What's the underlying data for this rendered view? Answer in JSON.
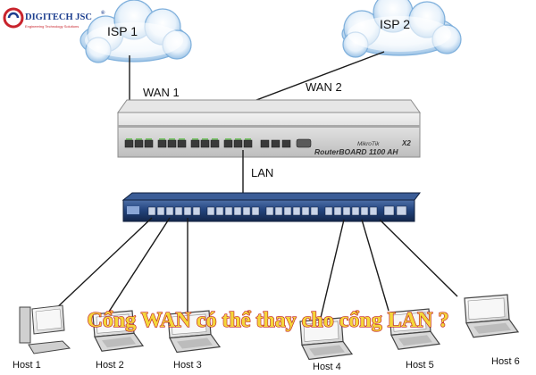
{
  "logo": {
    "brand": "DIGITECH JSC",
    "tagline": "Engineering Technology Solutions",
    "mark": "®"
  },
  "clouds": [
    {
      "label": "ISP 1"
    },
    {
      "label": "ISP 2"
    }
  ],
  "links": {
    "wan1": "WAN 1",
    "wan2": "WAN 2",
    "lan": "LAN"
  },
  "router": {
    "vendor": "MikroTik",
    "model_suffix": "X2",
    "model": "RouterBOARD 1100 AH"
  },
  "hosts": [
    {
      "label": "Host 1"
    },
    {
      "label": "Host 2"
    },
    {
      "label": "Host 3"
    },
    {
      "label": "Host 4"
    },
    {
      "label": "Host 5"
    },
    {
      "label": "Host 6"
    }
  ],
  "headline": "Cổng WAN có thể thay cho cổng LAN ?",
  "colors": {
    "headline_fill": "#f4d63a",
    "headline_stroke": "#c0202a",
    "logo_red": "#c8232c",
    "logo_blue": "#1d3f8f",
    "switch_body": "#1f3f7a",
    "router_body": "#dcdcdc"
  }
}
